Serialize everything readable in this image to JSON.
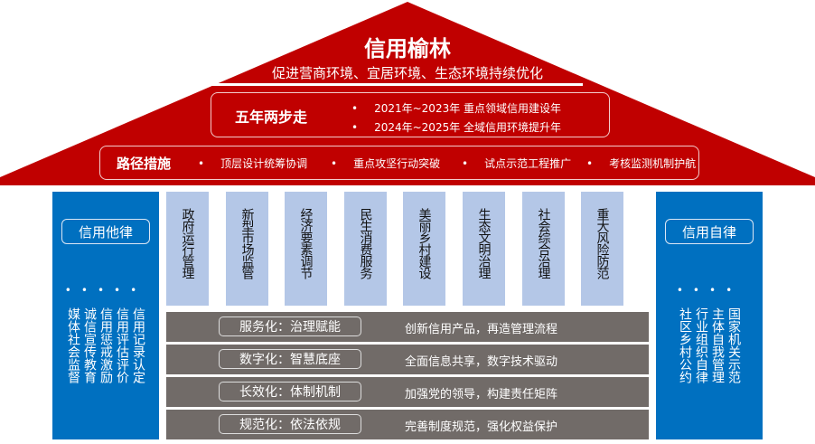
{
  "roof": {
    "title": "信用榆林",
    "subtitle": "促进营商环境、宜居环境、生态环境持续优化"
  },
  "steps": {
    "label": "五年两步走",
    "items": [
      "2021年~2023年  重点领域信用建设年",
      "2024年~2025年  全域信用环境提升年"
    ]
  },
  "path": {
    "label": "路径措施",
    "items": [
      "顶层设计统筹协调",
      "重点攻坚行动突破",
      "试点示范工程推广",
      "考核监测机制护航"
    ]
  },
  "pillars": [
    "政府运行管理",
    "新型市场监管",
    "经济要素调节",
    "民生消费服务",
    "美丽乡村建设",
    "生态文明治理",
    "社会综合治理",
    "重大风险防范"
  ],
  "left": {
    "title": "信用他律",
    "dots": "•••••",
    "cols": [
      "媒体社会监督",
      "诚信宣传教育",
      "信用惩戒激励",
      "信用评估评价",
      "信用记录认定"
    ]
  },
  "right": {
    "title": "信用自律",
    "dots": "••••",
    "cols": [
      "社区乡村公约",
      "行业组织自律",
      "主体自我管理",
      "国家机关示范"
    ]
  },
  "base": [
    {
      "tag": "服务化：治理赋能",
      "desc": "创新信用产品，再造管理流程"
    },
    {
      "tag": "数字化：智慧底座",
      "desc": "全面信息共享，数字技术驱动"
    },
    {
      "tag": "长效化：体制机制",
      "desc": "加强党的领导，构建责任矩阵"
    },
    {
      "tag": "规范化：依法依规",
      "desc": "完善制度规范，强化权益保护"
    }
  ],
  "colors": {
    "roof": "#c00000",
    "pillar": "#b4c7e7",
    "side": "#0070c0",
    "base": "#716b68"
  }
}
